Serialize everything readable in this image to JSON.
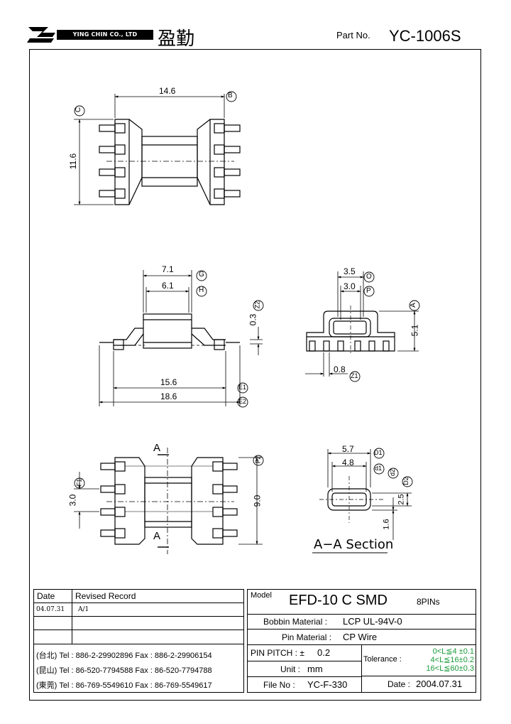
{
  "header": {
    "company_en": "YING CHIN CO., LTD",
    "company_cn": "盈勤",
    "part_no_label": "Part No.",
    "part_no": "YC-1006S"
  },
  "dims": {
    "top_width": "14.6",
    "top_width_tag": "B",
    "top_height": "11.6",
    "top_height_tag": "C",
    "g": "7.1",
    "g_tag": "G",
    "h": "6.1",
    "h_tag": "H",
    "z2": "0.3",
    "z2_tag": "Z2",
    "e1": "15.6",
    "e1_tag": "E1",
    "e2": "18.6",
    "e2_tag": "E2",
    "o": "3.5",
    "o_tag": "O",
    "p": "3.0",
    "p_tag": "P",
    "a": "5.1",
    "a_tag": "A",
    "z1": "0.8",
    "z1_tag": "Z1",
    "f2": "9.0",
    "f2_tag": "F2",
    "f1": "3.0",
    "f1_tag": "F1",
    "d1": "5.7",
    "d1_tag": "D1",
    "dd1": "4.8",
    "dd1_tag": "d1",
    "d2tag": "d2",
    "D2tag": "D2",
    "d2": "2.5",
    "sec_h": "1.6",
    "section_marker": "A",
    "section_title": "A−A Section"
  },
  "record": {
    "date_header": "Date",
    "record_header": "Revised Record",
    "rows": [
      {
        "date": "04.07.31",
        "record": "A/1"
      },
      {
        "date": "",
        "record": ""
      },
      {
        "date": "",
        "record": ""
      }
    ]
  },
  "contacts": [
    "(台北) Tel : 886-2-29902896  Fax : 886-2-29906154",
    "(昆山) Tel : 86-520-7794588  Fax : 86-520-7794788",
    "(東莞) Tel : 86-769-5549610  Fax : 86-769-5549617"
  ],
  "spec": {
    "model_label": "Model",
    "model": "EFD-10 C SMD",
    "pins": "8PINs",
    "bobbin_label": "Bobbin  Material :",
    "bobbin_value": "LCP UL-94V-0",
    "pin_label": "Pin  Material :",
    "pin_value": "CP Wire",
    "pitch_label": "PIN  PITCH : ±",
    "pitch_value": "0.2",
    "unit_label": "Unit :",
    "unit_value": "mm",
    "file_label": "File  No :",
    "file_value": "YC-F-330",
    "tolerance_label": "Tolerance :",
    "tol1": "0<L≦4   ±0.1",
    "tol2": "4<L≦16±0.2",
    "tol3": "16<L≦60±0.3",
    "date_label": "Date :",
    "date_value": "2004.07.31"
  }
}
